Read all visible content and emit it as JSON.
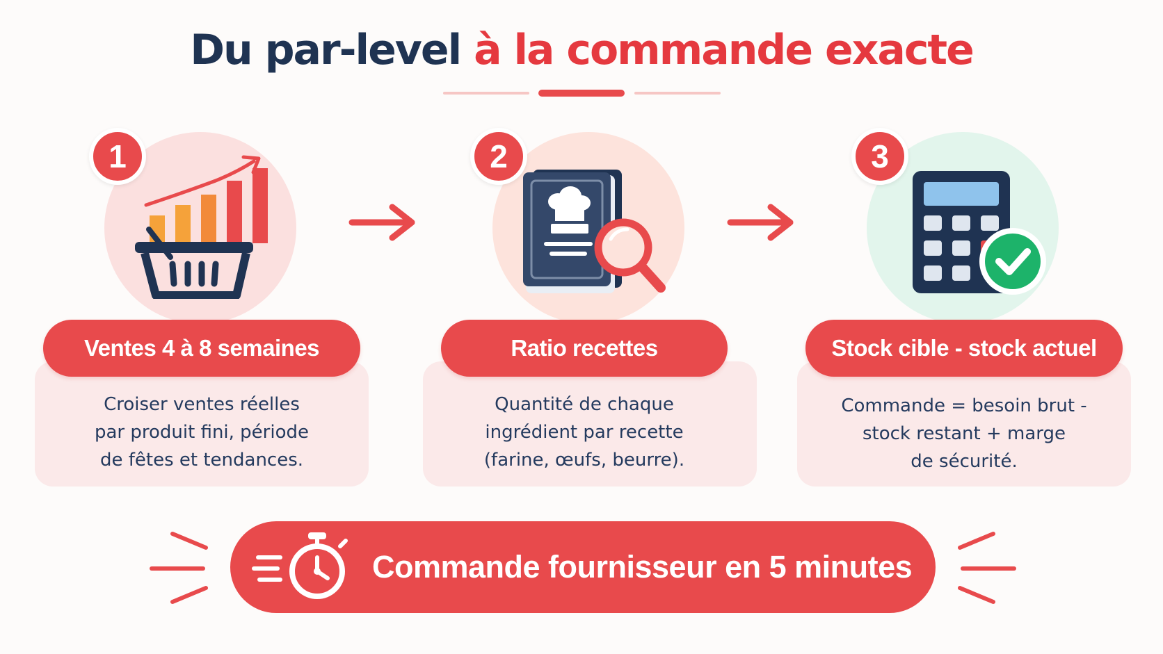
{
  "title": {
    "part1": "Du par-level ",
    "part2": "à la commande exacte"
  },
  "steps": [
    {
      "number": "1",
      "label": "Ventes 4 à 8 semaines",
      "icon": "basket-chart-icon",
      "circle_color": "#fbe0df",
      "description": [
        "Croiser ventes réelles",
        "par produit fini, période",
        "de fêtes et tendances."
      ]
    },
    {
      "number": "2",
      "label": "Ratio recettes",
      "icon": "recipe-book-magnifier-icon",
      "circle_color": "#fde3dc",
      "description": [
        "Quantité de chaque",
        "ingrédient par recette",
        "(farine, œufs, beurre)."
      ]
    },
    {
      "number": "3",
      "label": "Stock cible - stock actuel",
      "icon": "calculator-check-icon",
      "circle_color": "#e2f5ec",
      "description": [
        "Commande = besoin brut -",
        "stock restant + marge",
        "de sécurité."
      ]
    }
  ],
  "bottom": {
    "label": "Commande fournisseur en 5 minutes",
    "icon": "stopwatch-icon"
  },
  "colors": {
    "accent": "#e84a4c",
    "dark_text": "#1f3352",
    "card_bg": "#fbe9e9",
    "check_green": "#1db36a"
  }
}
